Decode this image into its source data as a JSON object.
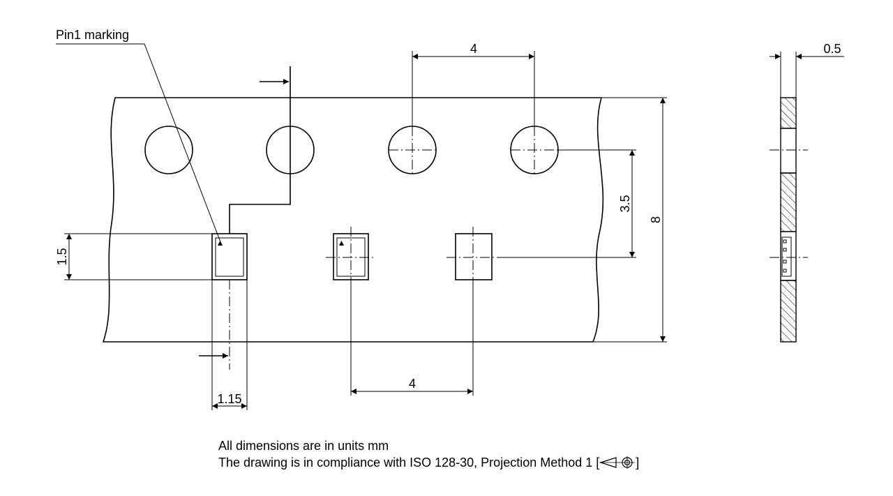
{
  "labels": {
    "pin1_marking": "Pin1 marking"
  },
  "dimensions": {
    "sprocket_pitch": "4",
    "pocket_pitch": "4",
    "tape_thickness": "0.5",
    "tape_width": "8",
    "hole_to_pocket_offset": "3.5",
    "pocket_length": "1.5",
    "pocket_width": "1.15"
  },
  "notes": {
    "units": "All dimensions are in units mm",
    "compliance_prefix": "The drawing is in compliance with ISO 128-30, Projection Method 1 [",
    "compliance_suffix": "]",
    "projection_symbol": "first-angle-projection-icon"
  }
}
